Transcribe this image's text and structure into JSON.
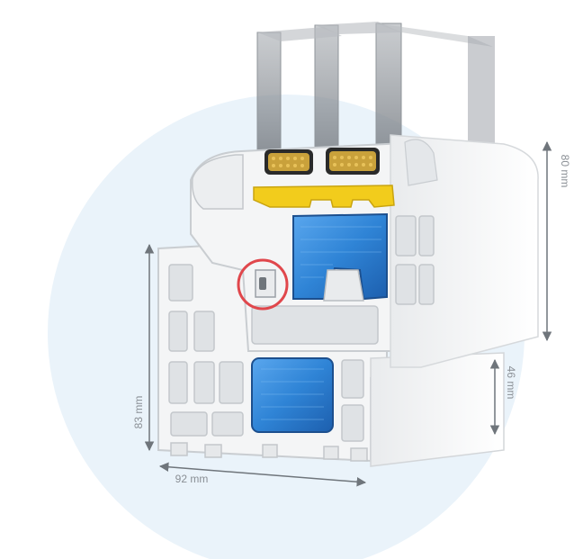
{
  "colors": {
    "background_circle": "#eaf3fa",
    "pvc_white": "#f4f5f6",
    "pvc_shadow": "#c9cdd1",
    "steel_blue": "#2f84d6",
    "gasket_yellow": "#f2cc1c",
    "insulation_gold": "#c9a13b",
    "glass": "#a9adb3",
    "highlight_red": "#e0474c",
    "dimension_grey": "#6f757b"
  },
  "dimensions": {
    "frame_height": "83 mm",
    "frame_depth": "92 mm",
    "sash_height": "80 mm",
    "sash_offset": "46 mm"
  }
}
